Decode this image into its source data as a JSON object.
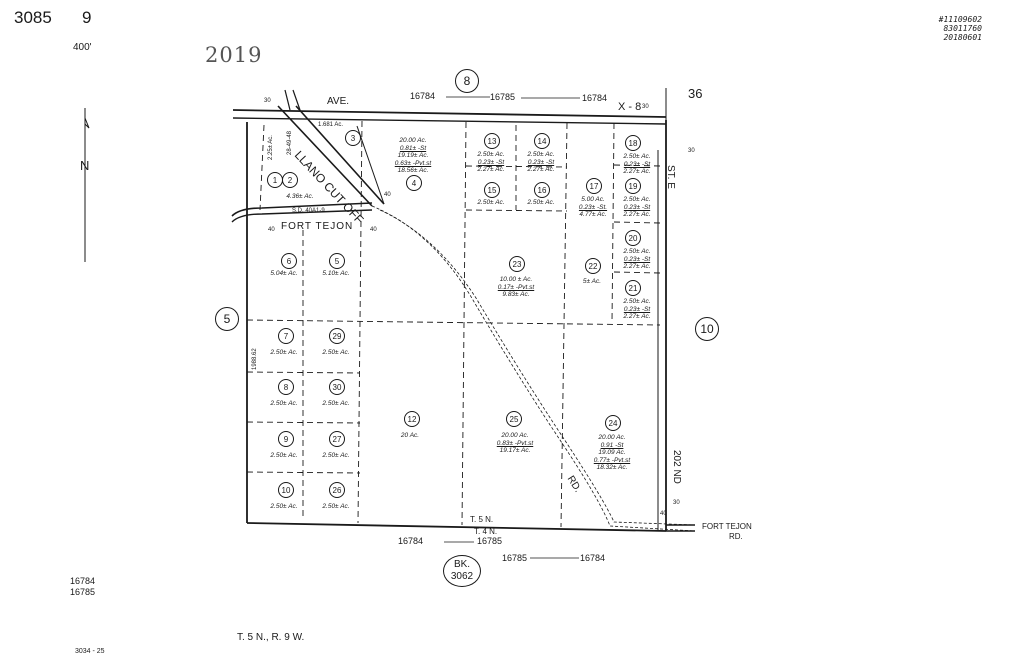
{
  "header": {
    "book": "3085",
    "page": "9",
    "scale": "400'",
    "year": "2019",
    "records": [
      "#11109602",
      "83011760",
      "20180601"
    ],
    "ids_left": [
      "16784",
      "16785"
    ],
    "township_range": "T. 5 N., R. 9 W.",
    "sheet_ref": "3034 - 25"
  },
  "map": {
    "north_label": "N",
    "section_top": "8",
    "section_left": "5",
    "section_right": "10",
    "section_corner": "36",
    "top_ids": [
      "16784",
      "16785",
      "16784"
    ],
    "top_right_label": "X - 8",
    "bottom_ids": [
      "16784",
      "16785",
      "16785",
      "16784"
    ],
    "township_line": [
      "T. 5 N.",
      "T. 4 N."
    ],
    "bk_ref": [
      "BK.",
      "3062"
    ],
    "streets": {
      "ave": "AVE.",
      "llano": "LLANO CUT OFF",
      "fort_tejon": "FORT TEJON",
      "st_e": "ST. E",
      "second_nd": "202 ND",
      "rd": "RD.",
      "fort_tejon_rd": [
        "FORT TEJON",
        "RD."
      ]
    },
    "dims": {
      "d30_tl": "30",
      "d40_a": "40",
      "d40_b": "40",
      "d40_c": "40",
      "d30_tr": "30",
      "d30_br": "30",
      "d40_br": "40",
      "d30_st_e": "30",
      "d1988": "1988.62",
      "llano_a": "2.25± Ac.",
      "llano_b": "1.681 Ac.",
      "llano_c": "28-49-48",
      "fort_tejon_road_dim": "S.D. 40A1-9"
    },
    "parcels": [
      {
        "num": "1",
        "acre": ""
      },
      {
        "num": "2",
        "acre": "4.36± Ac."
      },
      {
        "num": "3",
        "acre": ""
      },
      {
        "num": "4",
        "acre": "20.00 Ac.\n0.81± -St\n19.19± Ac.\n0.63± -Pvt.st\n18.56± Ac."
      },
      {
        "num": "13",
        "acre": "2.50± Ac.\n0.23± -St\n2.27± Ac."
      },
      {
        "num": "14",
        "acre": "2.50± Ac.\n0.23± -St\n2.27± Ac."
      },
      {
        "num": "15",
        "acre": "2.50± Ac."
      },
      {
        "num": "16",
        "acre": "2.50± Ac."
      },
      {
        "num": "17",
        "acre": "5.00 Ac.\n0.23± -St.\n4.77± Ac."
      },
      {
        "num": "18",
        "acre": "2.50± Ac.\n0.23± -St\n2.27± Ac."
      },
      {
        "num": "19",
        "acre": "2.50± Ac.\n0.23± -St\n2.27± Ac."
      },
      {
        "num": "20",
        "acre": "2.50± Ac.\n0.23± -St\n2.27± Ac."
      },
      {
        "num": "21",
        "acre": "2.50± Ac.\n0.23± -St\n2.27± Ac."
      },
      {
        "num": "22",
        "acre": "5± Ac."
      },
      {
        "num": "23",
        "acre": "10.00 ± Ac.\n0.17± -Pvt.st\n9.83± Ac."
      },
      {
        "num": "6",
        "acre": "5.04± Ac."
      },
      {
        "num": "5",
        "acre": "5.10± Ac."
      },
      {
        "num": "7",
        "acre": "2.50± Ac."
      },
      {
        "num": "29",
        "acre": "2.50± Ac."
      },
      {
        "num": "8",
        "acre": "2.50± Ac."
      },
      {
        "num": "30",
        "acre": "2.50± Ac."
      },
      {
        "num": "9",
        "acre": "2.50± Ac."
      },
      {
        "num": "27",
        "acre": "2.50± Ac."
      },
      {
        "num": "10",
        "acre": "2.50± Ac."
      },
      {
        "num": "26",
        "acre": "2.50± Ac."
      },
      {
        "num": "12",
        "acre": "20 Ac."
      },
      {
        "num": "25",
        "acre": "20.00 Ac.\n0.83± -Pvt.st\n19.17± Ac."
      },
      {
        "num": "24",
        "acre": "20.00 Ac.\n0.91 -St\n19.09 Ac.\n0.77± -Pvt.st\n18.32± Ac."
      }
    ]
  }
}
